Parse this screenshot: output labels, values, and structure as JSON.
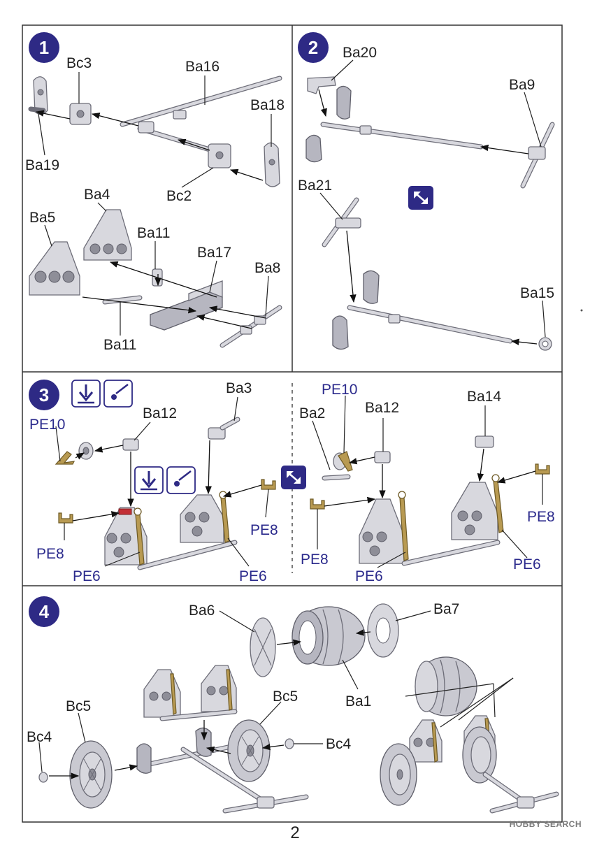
{
  "steps": [
    {
      "number": "1",
      "labels": [
        "Bc3",
        "Ba16",
        "Ba18",
        "Ba19",
        "Bc2",
        "Ba4",
        "Ba5",
        "Ba11",
        "Ba17",
        "Ba8",
        "Ba11"
      ]
    },
    {
      "number": "2",
      "labels": [
        "Ba20",
        "Ba9",
        "Ba21",
        "Ba15"
      ]
    },
    {
      "number": "3",
      "labels": [
        "Ba3",
        "Ba12",
        "PE10",
        "PE8",
        "PE6",
        "PE6",
        "PE8",
        "PE10",
        "Ba2",
        "Ba12",
        "Ba14",
        "PE8",
        "PE6",
        "PE8",
        "PE6"
      ]
    },
    {
      "number": "4",
      "labels": [
        "Ba6",
        "Ba7",
        "Ba1",
        "Bc5",
        "Bc5",
        "Bc4",
        "Bc4"
      ]
    }
  ],
  "colors": {
    "step_badge": "#2e2a85",
    "photo_etch_label": "#2b2a8c",
    "photo_etch_part": "#b89a52"
  },
  "icons": [
    "cement-icon",
    "paint-icon",
    "repeat-icon"
  ],
  "footer": {
    "brand_prefix": "HOBBY",
    "brand_suffix": "SEARCH",
    "page_number": "2"
  }
}
